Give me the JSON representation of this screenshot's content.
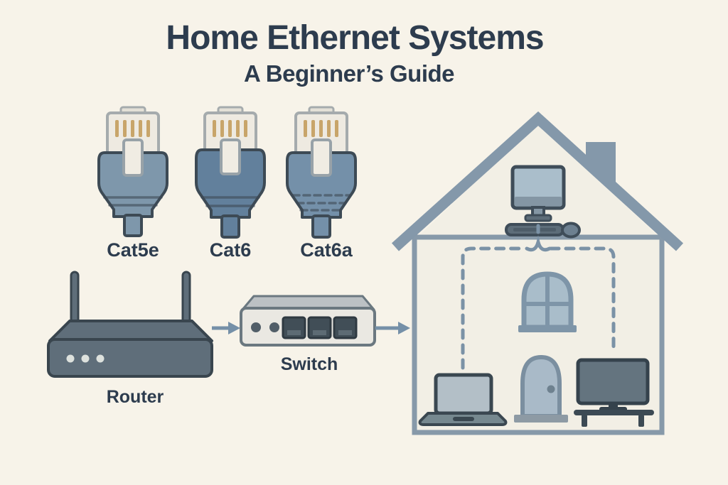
{
  "title": "Home Ethernet Systems",
  "subtitle": "A Beginner’s Guide",
  "cable_types": [
    {
      "label": "Cat5e"
    },
    {
      "label": "Cat6"
    },
    {
      "label": "Cat6a"
    }
  ],
  "network_devices": {
    "router_label": "Router",
    "switch_label": "Switch"
  },
  "icons": [
    "cat5e-connector-icon",
    "cat6-connector-icon",
    "cat6a-connector-icon",
    "router-icon",
    "switch-icon",
    "router-to-switch-arrow-icon",
    "switch-to-house-arrow-icon",
    "house-icon",
    "chimney-icon",
    "desktop-computer-icon",
    "dashed-network-path",
    "window-icon",
    "door-icon",
    "laptop-icon",
    "tv-icon"
  ],
  "colors": {
    "background": "#f7f3e9",
    "ink": "#2d3c4e",
    "roof": "#8498aa",
    "house_wall": "#f2efe5",
    "arrow": "#7590a8",
    "dash": "#7b92a6",
    "cat5e_boot": "#7e97ab",
    "cat6_boot": "#62809c",
    "cat6a_boot": "#7490a9",
    "pin": "#c8a56a"
  }
}
